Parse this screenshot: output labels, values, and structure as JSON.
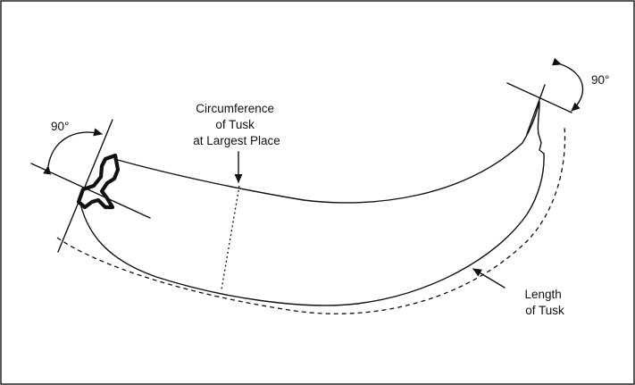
{
  "diagram": {
    "angle_left": "90°",
    "angle_right": "90°",
    "circumference_label": [
      "Circumference",
      "of Tusk",
      "at Largest Place"
    ],
    "length_label": [
      "Length",
      "of Tusk"
    ]
  },
  "colors": {
    "ink": "#111111",
    "background": "#ffffff",
    "frame": "#222222"
  }
}
